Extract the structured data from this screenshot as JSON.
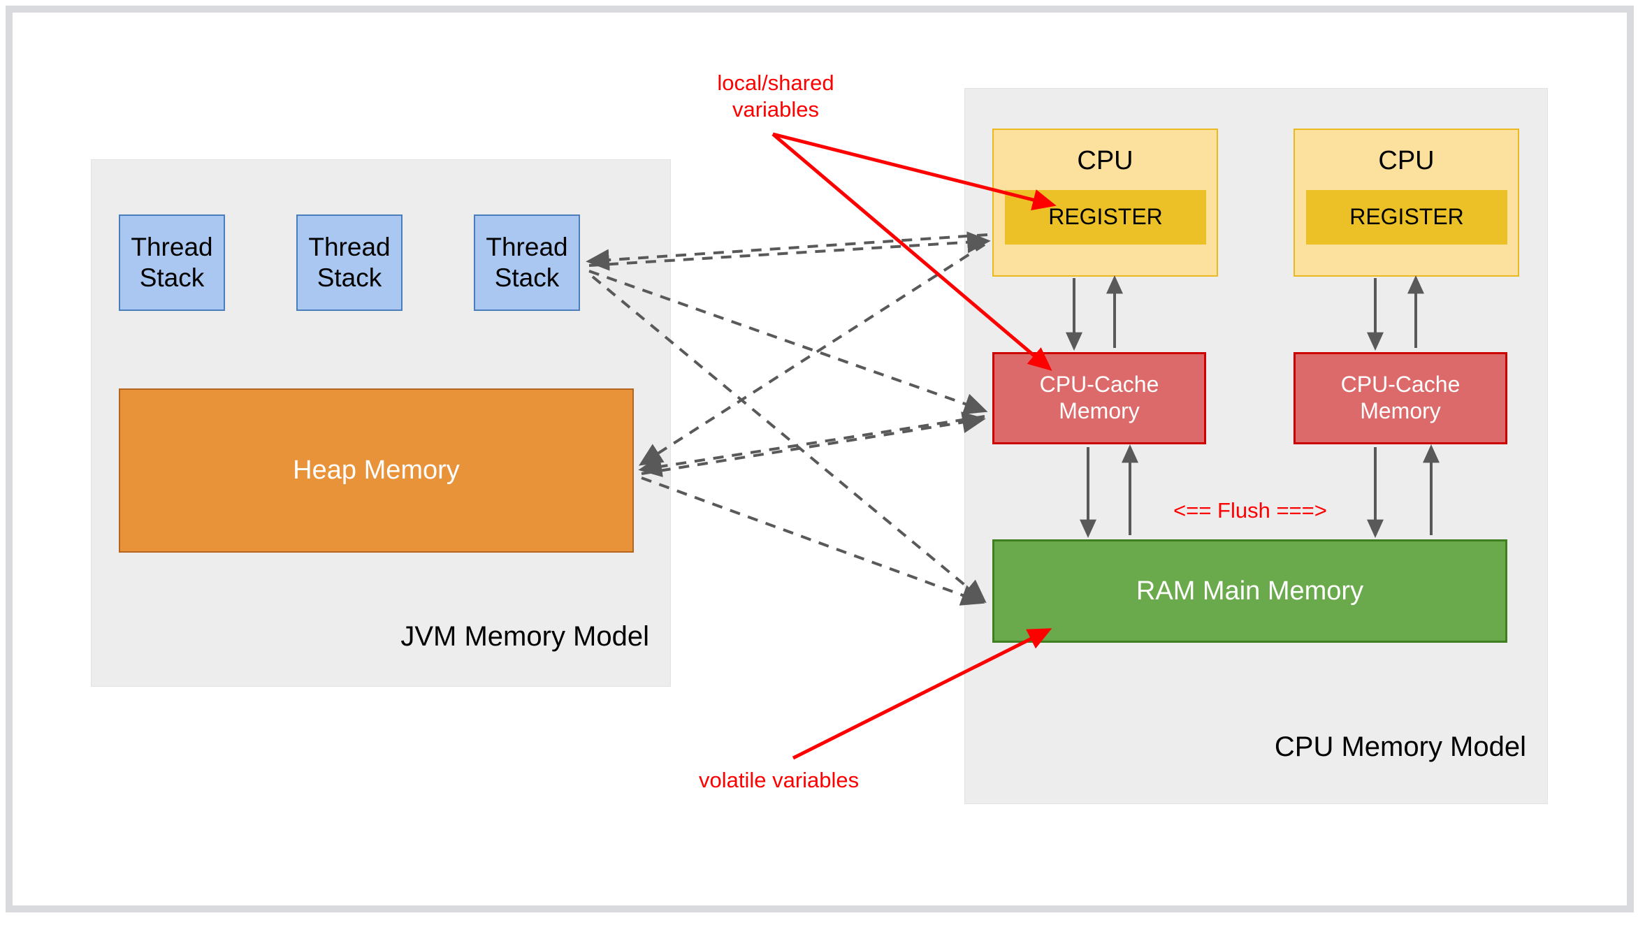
{
  "diagram": {
    "title": "JVM Memory Model and CPU Memory Model",
    "colors": {
      "panel_bg": "#ededed",
      "thread_stack": "#a9c7f0",
      "thread_stack_border": "#4a7ebb",
      "heap": "#e8923a",
      "heap_border": "#b5651d",
      "cpu": "#fce09d",
      "cpu_border": "#ecb81f",
      "register": "#ecc027",
      "cache": "#dd6a6a",
      "cache_border": "#cc0000",
      "ram": "#6aaa4c",
      "ram_border": "#3e8020",
      "annotation_red": "#ff0000",
      "arrow_gray": "#595959"
    }
  },
  "jvm_panel": {
    "label": "JVM Memory Model",
    "thread_stacks": [
      {
        "label": "Thread\nStack"
      },
      {
        "label": "Thread\nStack"
      },
      {
        "label": "Thread\nStack"
      }
    ],
    "heap": {
      "label": "Heap Memory"
    }
  },
  "cpu_panel": {
    "label": "CPU Memory Model",
    "cpus": [
      {
        "title": "CPU",
        "register": "REGISTER",
        "cache": "CPU-Cache\nMemory"
      },
      {
        "title": "CPU",
        "register": "REGISTER",
        "cache": "CPU-Cache\nMemory"
      }
    ],
    "ram": {
      "label": "RAM Main Memory"
    },
    "flush_label": "<== Flush ===>"
  },
  "annotations": [
    {
      "name": "local-shared-variables",
      "text": "local/shared\nvariables",
      "color": "#ff0000"
    },
    {
      "name": "volatile-variables",
      "text": "volatile variables",
      "color": "#ff0000"
    }
  ]
}
